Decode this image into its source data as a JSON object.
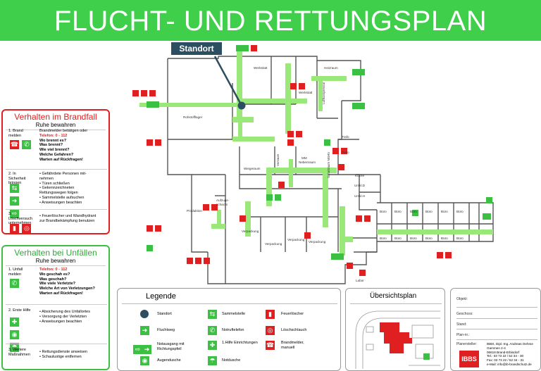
{
  "banner": {
    "title": "FLUCHT- UND RETTUNGSPLAN"
  },
  "colors": {
    "safety_green": "#3cc043",
    "fire_red": "#e02020",
    "standort_blue": "#2d4d60"
  },
  "standort": {
    "label": "Standort"
  },
  "brandfall": {
    "title": "Verhalten im Brandfall",
    "subtitle": "Ruhe bewahren",
    "steps": [
      {
        "label": "1. Brand melden",
        "lines": [
          "Brandmelder betätigen oder",
          "Telefon: 0 - 112",
          "",
          "Wo brennt es?",
          "Was brennt?",
          "Wie viel brennt?",
          "Welche Gefahren?",
          "Warten auf Rückfragen!"
        ]
      },
      {
        "label": "2. In Sicherheit bringen",
        "lines": [
          "• Gefährdete Personen mit-",
          "  nehmen",
          "• Türen schließen",
          "• Gekennzeichneten",
          "  Rettungswegen folgen",
          "• Sammelstelle aufsuchen",
          "• Anweisungen beachten"
        ]
      },
      {
        "label": "3. Löschversuch unternehmen",
        "lines": [
          "• Feuerlöscher und Wandhydrant",
          "  zur Brandbekämpfung benutzen"
        ]
      }
    ]
  },
  "unfaelle": {
    "title": "Verhalten bei Unfällen",
    "subtitle": "Ruhe bewahren",
    "steps": [
      {
        "label": "1. Unfall melden",
        "lines": [
          "Telefon: 0 - 112",
          "",
          "Wo geschah es?",
          "Was geschah?",
          "Wie viele Verletzte?",
          "Welche Art von Verletzungen?",
          "Warten auf Rückfragen!"
        ]
      },
      {
        "label": "2. Erste Hilfe",
        "lines": [
          "• Absicherung des Unfallortes",
          "• Versorgung der Verletzten",
          "• Anweisungen beachten"
        ]
      },
      {
        "label": "3. Weitere Maßnahmen",
        "lines": [
          "• Rettungsdienste anweisen",
          "• Schaulustige entfernen"
        ]
      }
    ]
  },
  "rooms": [
    "Werkstatt",
    "Heizraum",
    "Werkstatt",
    "Rohstofflager",
    "Luftkompressor",
    "Trafo",
    "Trafo",
    "Schaltraum NSHV",
    "Wiegeraum",
    "Vorraum",
    "MM Nebenraum",
    "Küche",
    "Umkl.D",
    "Umkl.H",
    "Produktion",
    "Aufzugs-schacht",
    "Verpackung",
    "Verpackung",
    "Verpackung",
    "Verpackung",
    "Labor",
    "Büro",
    "Büro",
    "Büro",
    "Büro",
    "Büro",
    "Büro",
    "Büro",
    "Büro",
    "Büro",
    "Büro",
    "Büro",
    "Büro"
  ],
  "legende": {
    "title": "Legende",
    "items": [
      {
        "icon": "standort",
        "label": "Standort"
      },
      {
        "icon": "sammelstelle",
        "label": "Sammelstelle"
      },
      {
        "icon": "feuerloescher",
        "label": "Feuerlöscher"
      },
      {
        "icon": "fluchtweg",
        "label": "Fluchtweg"
      },
      {
        "icon": "notruftelefon",
        "label": "Notruftelefon"
      },
      {
        "icon": "loeschschlauch",
        "label": "Löschschlauch"
      },
      {
        "icon": "notausgang",
        "label": "Notausgang mit Richtungspfeil"
      },
      {
        "icon": "erste-hilfe",
        "label": "1.Hilfe Einrichtungen"
      },
      {
        "icon": "brandmelder",
        "label": "Brandmelder, manuell"
      },
      {
        "icon": "augendusche",
        "label": "Augendusche"
      },
      {
        "icon": "notdusche",
        "label": "Notdusche"
      }
    ]
  },
  "uebersicht": {
    "title": "Übersichtsplan"
  },
  "form": {
    "fields": [
      "Objekt:",
      "Geschoss:",
      "Stand:",
      "Plan-nr.:"
    ],
    "company_label": "Planersteller:",
    "company_lines": [
      "IBBS, Dipl.-Ing. Andreas Oehme",
      "Gammen 2-4",
      "06618 Brand-Erbisdorf",
      "Tel.: 03 73 22 / 52 34 - 30",
      "Fax: 03 73 22 / 52 34 - 31",
      "e-Mail: info@ib-brandschutz.de"
    ],
    "logo": "IBBS"
  }
}
